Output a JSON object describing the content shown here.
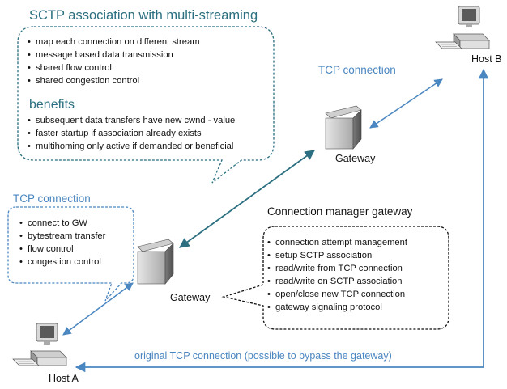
{
  "sctp_callout": {
    "title": "SCTP association with multi-streaming",
    "items": [
      "map each connection on different stream",
      "message based data transmission",
      "shared flow control",
      "shared congestion control"
    ],
    "benefits_title": "benefits",
    "benefits": [
      "subsequent data transfers have new cwnd - value",
      "faster startup if association already exists",
      "multihoming only active if demanded or beneficial"
    ]
  },
  "tcp_callout": {
    "title": "TCP connection",
    "items": [
      "connect to GW",
      "bytestream transfer",
      "flow control",
      "congestion control"
    ]
  },
  "cm_callout": {
    "title": "Connection manager gateway",
    "items": [
      "connection attempt management",
      "setup SCTP association",
      "read/write from TCP connection",
      "read/write on SCTP association",
      "open/close new TCP connection",
      "gateway signaling protocol"
    ]
  },
  "nodes": {
    "host_a": "Host A",
    "host_b": "Host B",
    "gateway_left": "Gateway",
    "gateway_right": "Gateway"
  },
  "links": {
    "tcp_top": "TCP connection",
    "original": "original TCP connection (possible to bypass the gateway)"
  },
  "colors": {
    "teal": "#2b6f80",
    "blue": "#4a86c0",
    "callout_border": "#2b6f80"
  }
}
